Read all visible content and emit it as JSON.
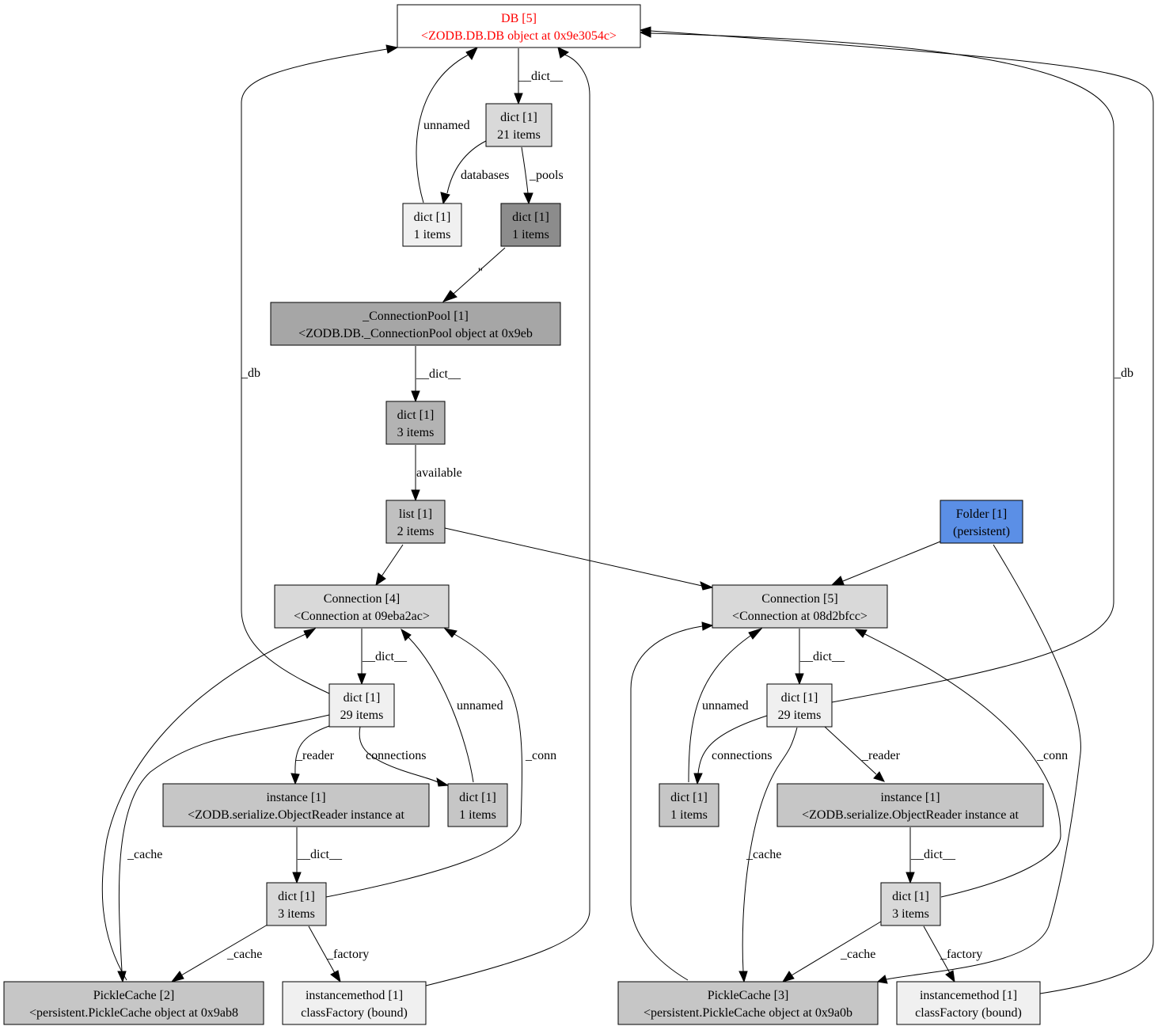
{
  "nodes": [
    {
      "id": "db",
      "lines": [
        "DB [5]",
        "<ZODB.DB.DB object at 0x9e3054c>"
      ],
      "fill": "#ffffff",
      "text_color": "#ff0000"
    },
    {
      "id": "dict_db",
      "lines": [
        "dict [1]",
        "21 items"
      ],
      "fill": "#d9d9d9"
    },
    {
      "id": "dict_dbs",
      "lines": [
        "dict [1]",
        "1 items"
      ],
      "fill": "#f0f0f0"
    },
    {
      "id": "dict_pools",
      "lines": [
        "dict [1]",
        "1 items"
      ],
      "fill": "#8c8c8c"
    },
    {
      "id": "connpool",
      "lines": [
        "_ConnectionPool [1]",
        "<ZODB.DB._ConnectionPool object at 0x9eb"
      ],
      "fill": "#a6a6a6"
    },
    {
      "id": "dict_pool",
      "lines": [
        "dict [1]",
        "3 items"
      ],
      "fill": "#b3b3b3"
    },
    {
      "id": "list_avail",
      "lines": [
        "list [1]",
        "2 items"
      ],
      "fill": "#c0c0c0"
    },
    {
      "id": "folder",
      "lines": [
        "Folder [1]",
        "(persistent)"
      ],
      "fill": "#5b8fe6"
    },
    {
      "id": "conn4",
      "lines": [
        "Connection [4]",
        "<Connection at 09eba2ac>"
      ],
      "fill": "#d9d9d9"
    },
    {
      "id": "conn5",
      "lines": [
        "Connection [5]",
        "<Connection at 08d2bfcc>"
      ],
      "fill": "#d9d9d9"
    },
    {
      "id": "dict_c4",
      "lines": [
        "dict [1]",
        "29 items"
      ],
      "fill": "#f0f0f0"
    },
    {
      "id": "dict_c5",
      "lines": [
        "dict [1]",
        "29 items"
      ],
      "fill": "#f0f0f0"
    },
    {
      "id": "inst_l",
      "lines": [
        "instance [1]",
        "<ZODB.serialize.ObjectReader instance at"
      ],
      "fill": "#c6c6c6"
    },
    {
      "id": "dictconn_l",
      "lines": [
        "dict [1]",
        "1 items"
      ],
      "fill": "#c6c6c6"
    },
    {
      "id": "dictconn_r",
      "lines": [
        "dict [1]",
        "1 items"
      ],
      "fill": "#c6c6c6"
    },
    {
      "id": "inst_r",
      "lines": [
        "instance [1]",
        "<ZODB.serialize.ObjectReader instance at"
      ],
      "fill": "#c6c6c6"
    },
    {
      "id": "dict_il",
      "lines": [
        "dict [1]",
        "3 items"
      ],
      "fill": "#d9d9d9"
    },
    {
      "id": "dict_ir",
      "lines": [
        "dict [1]",
        "3 items"
      ],
      "fill": "#d9d9d9"
    },
    {
      "id": "pc2",
      "lines": [
        "PickleCache [2]",
        "<persistent.PickleCache object at 0x9ab8"
      ],
      "fill": "#c6c6c6"
    },
    {
      "id": "im_l",
      "lines": [
        "instancemethod [1]",
        "classFactory (bound)"
      ],
      "fill": "#f0f0f0"
    },
    {
      "id": "pc3",
      "lines": [
        "PickleCache [3]",
        "<persistent.PickleCache object at 0x9a0b"
      ],
      "fill": "#c6c6c6"
    },
    {
      "id": "im_r",
      "lines": [
        "instancemethod [1]",
        "classFactory (bound)"
      ],
      "fill": "#f0f0f0"
    }
  ],
  "edges": [
    {
      "from": "db",
      "to": "dict_db",
      "label": "__dict__"
    },
    {
      "from": "dict_db",
      "to": "dict_dbs",
      "label": "databases"
    },
    {
      "from": "dict_db",
      "to": "dict_pools",
      "label": "_pools"
    },
    {
      "from": "dict_dbs",
      "to": "db",
      "label": "unnamed"
    },
    {
      "from": "dict_pools",
      "to": "connpool",
      "label": "''"
    },
    {
      "from": "connpool",
      "to": "dict_pool",
      "label": "__dict__"
    },
    {
      "from": "dict_pool",
      "to": "list_avail",
      "label": "available"
    },
    {
      "from": "list_avail",
      "to": "conn4",
      "label": ""
    },
    {
      "from": "list_avail",
      "to": "conn5",
      "label": ""
    },
    {
      "from": "folder",
      "to": "conn5",
      "label": ""
    },
    {
      "from": "folder",
      "to": "pc3",
      "label": ""
    },
    {
      "from": "conn4",
      "to": "dict_c4",
      "label": "__dict__"
    },
    {
      "from": "dict_c4",
      "to": "db",
      "label": "_db"
    },
    {
      "from": "dict_c4",
      "to": "inst_l",
      "label": "_reader"
    },
    {
      "from": "dict_c4",
      "to": "dictconn_l",
      "label": "connections"
    },
    {
      "from": "dict_c4",
      "to": "pc2",
      "label": "_cache"
    },
    {
      "from": "dictconn_l",
      "to": "conn4",
      "label": "unnamed"
    },
    {
      "from": "inst_l",
      "to": "dict_il",
      "label": "__dict__"
    },
    {
      "from": "dict_il",
      "to": "conn4",
      "label": "_conn"
    },
    {
      "from": "dict_il",
      "to": "pc2",
      "label": "_cache"
    },
    {
      "from": "dict_il",
      "to": "im_l",
      "label": "_factory"
    },
    {
      "from": "pc2",
      "to": "conn4",
      "label": ""
    },
    {
      "from": "im_l",
      "to": "db",
      "label": ""
    },
    {
      "from": "conn5",
      "to": "dict_c5",
      "label": "__dict__"
    },
    {
      "from": "dict_c5",
      "to": "db",
      "label": "_db"
    },
    {
      "from": "dict_c5",
      "to": "dictconn_r",
      "label": "connections"
    },
    {
      "from": "dict_c5",
      "to": "inst_r",
      "label": "_reader"
    },
    {
      "from": "dict_c5",
      "to": "pc3",
      "label": "_cache"
    },
    {
      "from": "dictconn_r",
      "to": "conn5",
      "label": "unnamed"
    },
    {
      "from": "inst_r",
      "to": "dict_ir",
      "label": "__dict__"
    },
    {
      "from": "dict_ir",
      "to": "conn5",
      "label": "_conn"
    },
    {
      "from": "dict_ir",
      "to": "pc3",
      "label": "_cache"
    },
    {
      "from": "dict_ir",
      "to": "im_r",
      "label": "_factory"
    },
    {
      "from": "pc3",
      "to": "conn5",
      "label": ""
    },
    {
      "from": "im_r",
      "to": "db",
      "label": ""
    }
  ]
}
